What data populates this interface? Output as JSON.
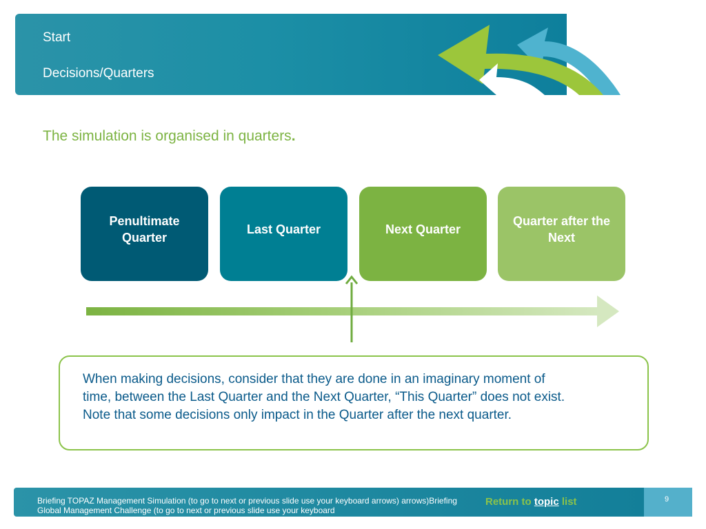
{
  "header": {
    "title": "Start",
    "subtitle": "Decisions/Quarters"
  },
  "intro": {
    "text": "The simulation is organised in quarters",
    "punct": "."
  },
  "quarters": [
    {
      "label": "Penultimate Quarter",
      "color": "#005a74"
    },
    {
      "label": "Last Quarter",
      "color": "#007f93"
    },
    {
      "label": "Next Quarter",
      "color": "#7cb342"
    },
    {
      "label": "Quarter after the Next",
      "color": "#9bc467"
    }
  ],
  "callout": {
    "line1": "When making decisions, consider that they are done in an imaginary moment of",
    "line2": "time, between the Last Quarter and the Next Quarter, “This Quarter” does not exist.",
    "line3": "Note that some decisions only impact in the Quarter after the next quarter."
  },
  "footer": {
    "briefing_text": "Briefing TOPAZ Management Simulation (to go to next or previous slide use your keyboard arrows) arrows)Briefing Global Management Challenge (to go to next or previous slide use your keyboard",
    "return_prefix": "Return to",
    "return_topic": "topic",
    "return_suffix": "list",
    "page_number": "9"
  },
  "colors": {
    "accent_green": "#7cb342",
    "dark_teal": "#005a74",
    "teal": "#007f93",
    "text_blue": "#0a5a8a"
  }
}
